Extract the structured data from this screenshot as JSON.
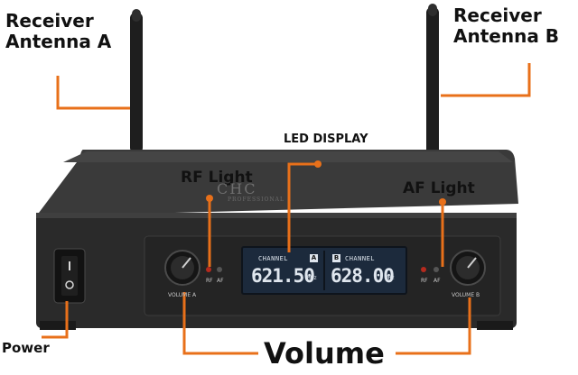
{
  "callouts": {
    "antenna_a": "Receiver\nAntenna A",
    "antenna_b": "Receiver\nAntenna B",
    "led_display": "LED DISPLAY",
    "rf_light": "RF Light",
    "af_light": "AF Light",
    "power": "Power",
    "volume": "Volume"
  },
  "device": {
    "brand": "CHC",
    "brand_sub": "PROFESSIONAL",
    "channel_a_label": "CHANNEL",
    "channel_a_tag": "A",
    "channel_b_label": "CHANNEL",
    "channel_b_tag": "B",
    "freq_a": "621.50",
    "freq_b": "628.00",
    "freq_unit": "MHz",
    "rf_label": "RF",
    "af_label": "AF",
    "volume_label_a": "VOLUME A",
    "volume_label_b": "VOLUME B"
  },
  "colors": {
    "callout_line": "#e8701a",
    "body": "#2b2b2b",
    "lcd": "#1c2a3c"
  }
}
